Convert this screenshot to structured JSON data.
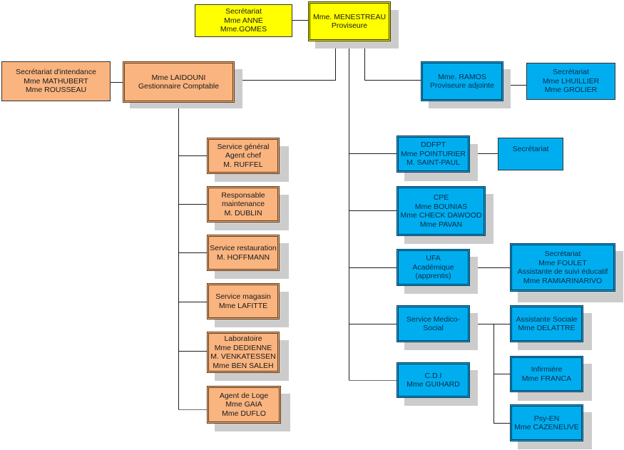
{
  "diagram": {
    "type": "organization-chart",
    "colors": {
      "direction": "#ffff00",
      "gestion": "#fab47f",
      "pedagogie": "#00aeef",
      "shadow": "#cccccc",
      "connector": "#1e1e1e"
    },
    "nodes": {
      "proviseure": {
        "lines": [
          "Mme. MENESTREAU",
          "Proviseure"
        ]
      },
      "secretariat_direction": {
        "lines": [
          "Secrétariat",
          "Mme ANNE",
          "Mme.GOMES"
        ]
      },
      "gestionnaire": {
        "lines": [
          "Mme LAIDOUNI",
          "Gestionnaire Comptable"
        ]
      },
      "secretariat_intendance": {
        "lines": [
          "Secrétariat d'intendance",
          "Mme MATHUBERT",
          "Mme ROUSSEAU"
        ]
      },
      "proviseure_adjointe": {
        "lines": [
          "Mme. RAMOS",
          "Proviseure adjointe"
        ]
      },
      "secretariat_adjointe": {
        "lines": [
          "Secrétariat",
          "Mme LHUILLIER",
          "Mme GROLIER"
        ]
      },
      "service_general": {
        "lines": [
          "Service général",
          "Agent chef",
          "M. RUFFEL"
        ]
      },
      "maintenance": {
        "lines": [
          "Responsable",
          "maintenance",
          "M. DUBLIN"
        ]
      },
      "restauration": {
        "lines": [
          "Service restauration",
          "M. HOFFMANN"
        ]
      },
      "magasin": {
        "lines": [
          "Service magasin",
          "Mme LAFITTE"
        ]
      },
      "laboratoire": {
        "lines": [
          "Laboratoire",
          "Mme DEDIENNE",
          "M. VENKATESSEN",
          "Mme BEN SALEH"
        ]
      },
      "loge": {
        "lines": [
          "Agent de Loge",
          "Mme GAIA",
          "Mme DUFLO"
        ]
      },
      "ddfpt": {
        "lines": [
          "DDFPT",
          "Mme POINTURIER",
          "M. SAINT-PAUL"
        ]
      },
      "secretariat_ddfpt": {
        "lines": [
          "Secrétariat"
        ]
      },
      "cpe": {
        "lines": [
          "CPE",
          "Mme BOUNIAS",
          "Mme CHECK DAWOOD",
          "Mme PAVAN"
        ]
      },
      "ufa": {
        "lines": [
          "UFA",
          "Académique",
          "(apprentis)"
        ]
      },
      "secretariat_ufa": {
        "lines": [
          "Secrétariat",
          "Mme FOULET",
          "Assistante de suivi éducatif",
          "Mme RAMIARINARIVO"
        ]
      },
      "medico_social": {
        "lines": [
          "Service Medico-",
          "Social"
        ]
      },
      "cdi": {
        "lines": [
          "C.D.I",
          "Mme GUIHARD"
        ]
      },
      "assistante_sociale": {
        "lines": [
          "Assistante Sociale",
          "Mme DELATTRE"
        ]
      },
      "infirmiere": {
        "lines": [
          "Infirmière",
          "Mme FRANCA"
        ]
      },
      "psy_en": {
        "lines": [
          "Psy-EN",
          "Mme CAZENEUVE"
        ]
      }
    },
    "edges": [
      [
        "proviseure",
        "secretariat_direction"
      ],
      [
        "proviseure",
        "gestionnaire"
      ],
      [
        "proviseure",
        "proviseure_adjointe"
      ],
      [
        "proviseure",
        "ddfpt"
      ],
      [
        "proviseure",
        "cpe"
      ],
      [
        "proviseure",
        "ufa"
      ],
      [
        "proviseure",
        "medico_social"
      ],
      [
        "proviseure",
        "cdi"
      ],
      [
        "gestionnaire",
        "secretariat_intendance"
      ],
      [
        "gestionnaire",
        "service_general"
      ],
      [
        "gestionnaire",
        "maintenance"
      ],
      [
        "gestionnaire",
        "restauration"
      ],
      [
        "gestionnaire",
        "magasin"
      ],
      [
        "gestionnaire",
        "laboratoire"
      ],
      [
        "gestionnaire",
        "loge"
      ],
      [
        "proviseure_adjointe",
        "secretariat_adjointe"
      ],
      [
        "ddfpt",
        "secretariat_ddfpt"
      ],
      [
        "ufa",
        "secretariat_ufa"
      ],
      [
        "medico_social",
        "assistante_sociale"
      ],
      [
        "medico_social",
        "infirmiere"
      ],
      [
        "medico_social",
        "psy_en"
      ]
    ]
  }
}
